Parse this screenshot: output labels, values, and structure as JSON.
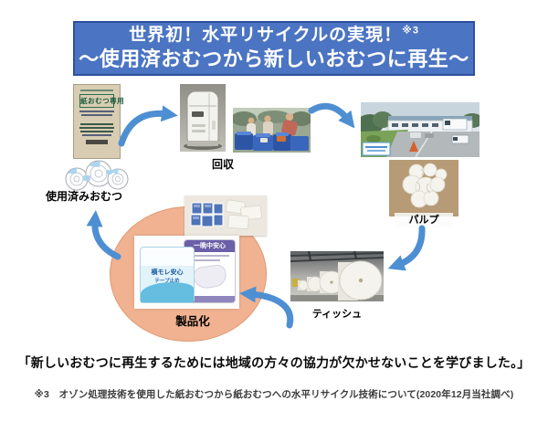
{
  "banner": {
    "title": "世界初！水平リサイクルの実現！",
    "title_note": "※3",
    "subtitle": "～使用済おむつから新しいおむつに再生～",
    "bg_color": "#4B74C2",
    "border_color": "#2D4F9E",
    "text_color": "#FFFFFF"
  },
  "cycle": {
    "steps": {
      "used_diapers_label": "使用済みおむつ",
      "collection_label": "回収",
      "pulp_label": "パルプ",
      "tissue_label": "ティッシュ",
      "product_label": "製品化"
    },
    "poster_title": "紙おむつ専用",
    "packages": {
      "left_line1": "横モレ安心",
      "left_line2": "テープ止め",
      "right_line1": "一晩中安心"
    },
    "arrow_color": "#4E8FD2",
    "circle_color": "#F0B291",
    "package_purple": "#6B5FA8",
    "package_blue": "#57B7DC"
  },
  "quote": "「新しいおむつに再生するためには地域の方々の協力が欠かせないことを学びました。」",
  "footnote": "※3　オゾン処理技術を使用した紙おむつから紙おむつへの水平リサイクル技術について(2020年12月当社調べ)"
}
